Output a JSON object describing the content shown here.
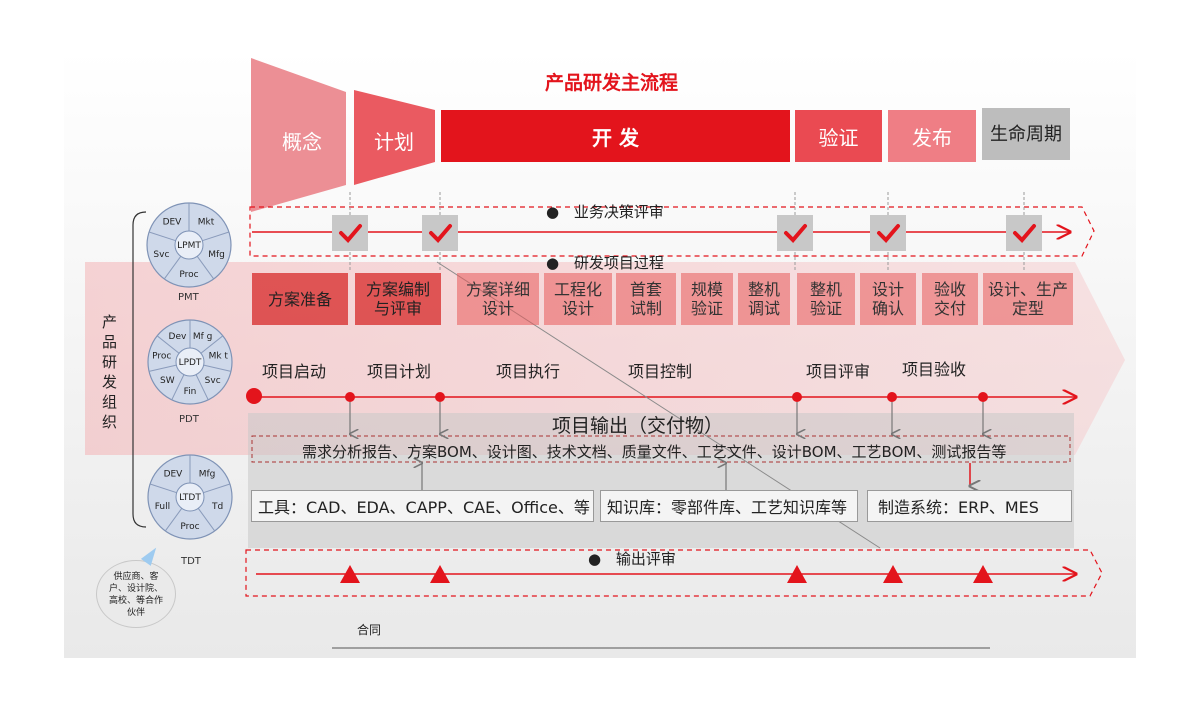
{
  "title": "产品研发主流程",
  "phases": [
    "概念",
    "计划",
    "开 发",
    "验证",
    "发布",
    "生命周期"
  ],
  "lanes": {
    "decision_review": "业务决策评审",
    "rd_process": "研发项目过程",
    "output_review": "输出评审"
  },
  "activities": [
    "方案准备",
    "方案编制与评审",
    "方案详细设计",
    "工程化设计",
    "首套试制",
    "规模验证",
    "整机调试",
    "整机验证",
    "设计确认",
    "验收交付",
    "设计、生产定型"
  ],
  "project_stages": [
    "项目启动",
    "项目计划",
    "项目执行",
    "项目控制",
    "项目评审",
    "项目验收"
  ],
  "deliverables": {
    "title": "项目输出（交付物）",
    "items": "需求分析报告、方案BOM、设计图、技术文档、质量文件、工艺文件、设计BOM、工艺BOM、测试报告等"
  },
  "systems": {
    "tools": "工具：CAD、EDA、CAPP、CAE、Office、等",
    "knowledge": "知识库：零部件库、工艺知识库等",
    "manufacturing": "制造系统：ERP、MES"
  },
  "org": {
    "label": "产品研发组织",
    "teams": [
      {
        "center": "LPMT",
        "caption": "PMT",
        "segments": [
          "Mkt",
          "Mfg",
          "Proc",
          "Svc",
          "DEV"
        ]
      },
      {
        "center": "LPDT",
        "caption": "PDT",
        "segments": [
          "Mf g",
          "Mk t",
          "Svc",
          "Fin",
          "SW",
          "Proc",
          "Dev"
        ]
      },
      {
        "center": "LTDT",
        "caption": "TDT",
        "segments": [
          "Mfg",
          "Td",
          "Proc",
          "Full",
          "DEV"
        ]
      }
    ],
    "partners": "供应商、客户、设计院、高校、等合作伙伴"
  },
  "contract": "合同",
  "colors": {
    "accent": "#e3141c",
    "light": "#ec8f95",
    "gray": "#bdbdbd"
  }
}
